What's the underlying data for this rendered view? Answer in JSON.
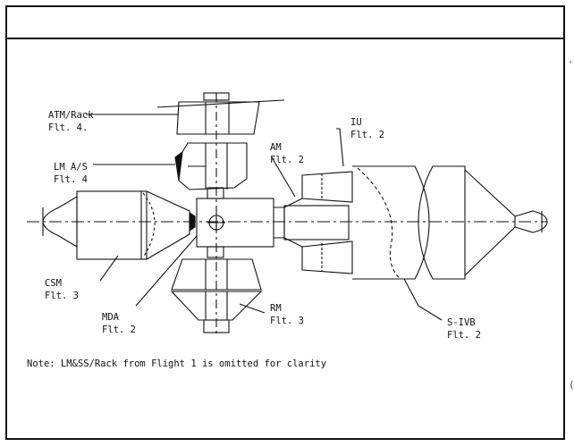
{
  "labels": {
    "atm": [
      "ATM/Rack",
      "Flt. 4."
    ],
    "lm": [
      "LM A/S",
      "Flt. 4"
    ],
    "am": [
      "AM",
      "Flt. 2"
    ],
    "iu": [
      "IU",
      "Flt. 2"
    ],
    "csm": [
      "CSM",
      "Flt. 3"
    ],
    "mda": [
      "MDA",
      "Flt. 2"
    ],
    "rm": [
      "RM",
      "Flt. 3"
    ],
    "sivb": [
      "S-IVB",
      "Flt. 2"
    ]
  },
  "note": "Note:  LM&SS/Rack from Flight 1 is omitted for clarity",
  "margin_marks": [
    ".",
    "("
  ],
  "colors": {
    "ink": "#111111",
    "paper": "#ffffff"
  }
}
